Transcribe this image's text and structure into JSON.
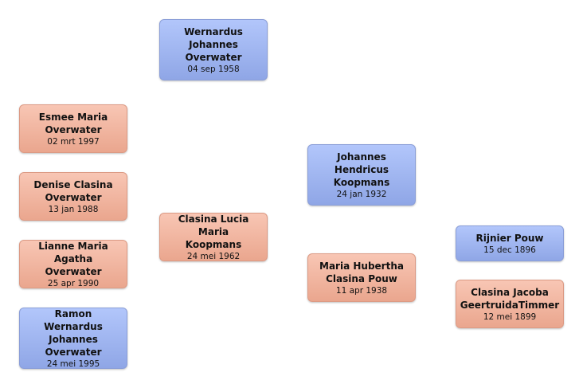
{
  "people": {
    "wernardus": {
      "name": "Wernardus\nJohannes\nOverwater",
      "date": "04 sep 1958",
      "gender": "male"
    },
    "esmee": {
      "name": "Esmee Maria\nOverwater",
      "date": "02 mrt 1997",
      "gender": "female"
    },
    "denise": {
      "name": "Denise Clasina\nOverwater",
      "date": "13 jan 1988",
      "gender": "female"
    },
    "lianne": {
      "name": "Lianne Maria\nAgatha Overwater",
      "date": "25 apr 1990",
      "gender": "female"
    },
    "ramon": {
      "name": "Ramon Wernardus\nJohannes\nOverwater",
      "date": "24 mei 1995",
      "gender": "male"
    },
    "clasina_lucia": {
      "name": "Clasina Lucia Maria\nKoopmans",
      "date": "24 mei 1962",
      "gender": "female"
    },
    "johannes": {
      "name": "Johannes\nHendricus\nKoopmans",
      "date": "24 jan 1932",
      "gender": "male"
    },
    "maria": {
      "name": "Maria Hubertha\nClasina Pouw",
      "date": "11 apr 1938",
      "gender": "female"
    },
    "rijnier": {
      "name": "Rijnier Pouw",
      "date": "15 dec 1896",
      "gender": "male"
    },
    "clasina_jacoba": {
      "name": "Clasina Jacoba\nGeertruidaTimmer",
      "date": "12 mei 1899",
      "gender": "female"
    }
  },
  "colors": {
    "male": "#a3b8f3",
    "female": "#f3b8a3"
  }
}
